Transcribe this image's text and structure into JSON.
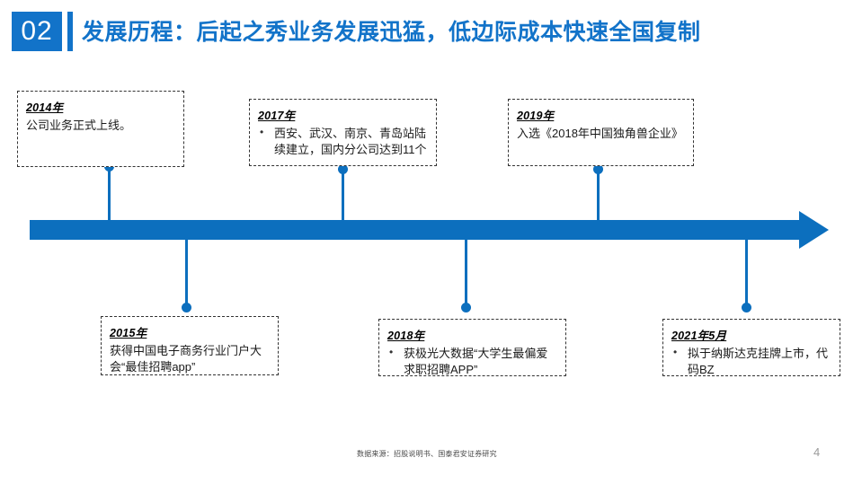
{
  "header": {
    "section_number": "02",
    "title": "发展历程：后起之秀业务发展迅猛，低边际成本快速全国复制",
    "accent_color": "#1273C9"
  },
  "timeline": {
    "arrow_color": "#0C6FBE",
    "events": [
      {
        "id": "2014",
        "year": "2014年",
        "position": "above",
        "bulleted": false,
        "bullet": "",
        "body": "公司业务正式上线。"
      },
      {
        "id": "2017",
        "year": "2017年",
        "position": "above",
        "bulleted": true,
        "bullet": "•",
        "body": "西安、武汉、南京、青岛站陆续建立，国内分公司达到11个"
      },
      {
        "id": "2019",
        "year": "2019年",
        "position": "above",
        "bulleted": false,
        "bullet": "",
        "body": "入选《2018年中国独角兽企业》"
      },
      {
        "id": "2015",
        "year": "2015年",
        "position": "below",
        "bulleted": false,
        "bullet": "",
        "body": "获得中国电子商务行业门户大会“最佳招聘app”"
      },
      {
        "id": "2018",
        "year": "2018年",
        "position": "below",
        "bulleted": true,
        "bullet": "•",
        "body": "获极光大数据“大学生最偏爱求职招聘APP”"
      },
      {
        "id": "2021",
        "year": "2021年5月",
        "position": "below",
        "bulleted": true,
        "bullet": "•",
        "body": "拟于纳斯达克挂牌上市，代码BZ"
      }
    ]
  },
  "footer": {
    "source": "数据来源：招股说明书、国泰君安证券研究",
    "page_number": "4"
  }
}
